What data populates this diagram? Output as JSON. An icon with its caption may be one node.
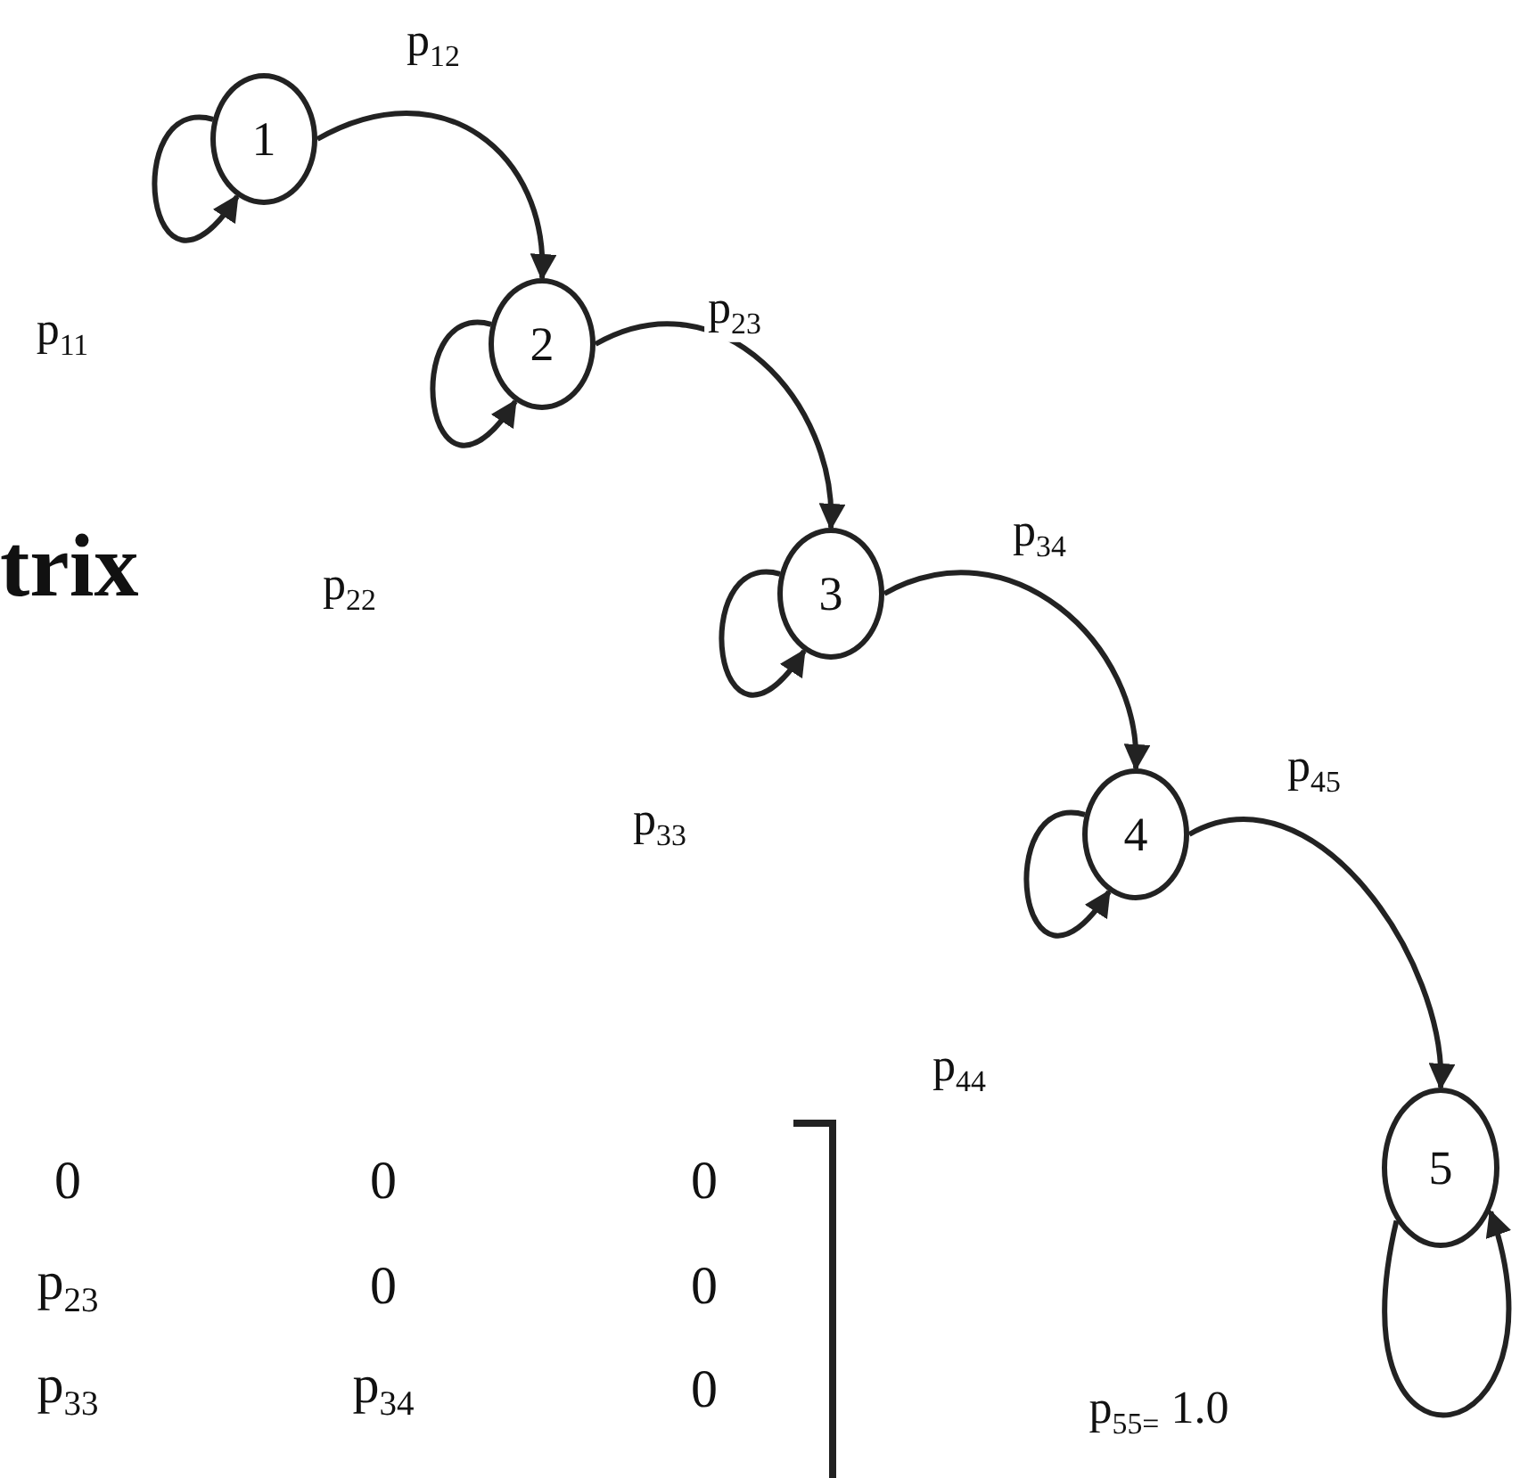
{
  "diagram": {
    "nodes": [
      {
        "text": [
          "1"
        ]
      },
      {
        "text": [
          "2"
        ]
      },
      {
        "text": [
          "3"
        ]
      },
      {
        "text": [
          "4"
        ]
      },
      {
        "text": [
          "5"
        ]
      }
    ],
    "edges": [
      {
        "from": 0,
        "to": 0,
        "arrow": "to",
        "label": "p$_{11}$"
      },
      {
        "from": 0,
        "to": 1,
        "arrow": "to",
        "label": "p$_{12}$"
      },
      {
        "from": 1,
        "to": 1,
        "arrow": "to",
        "label": "p$_{22}$"
      },
      {
        "from": 1,
        "to": 2,
        "arrow": "to",
        "label": "p$_{23}$"
      },
      {
        "from": 2,
        "to": 2,
        "arrow": "to",
        "label": "p$_{33}$"
      },
      {
        "from": 2,
        "to": 3,
        "arrow": "to",
        "label": "p$_{34}$"
      },
      {
        "from": 3,
        "to": 3,
        "arrow": "to",
        "label": "p$_{44}$"
      },
      {
        "from": 3,
        "to": 4,
        "arrow": "to",
        "label": "p$_{45}$"
      },
      {
        "from": 4,
        "to": 4,
        "arrow": "to",
        "label": "p$_{55=}$ 1.0"
      }
    ],
    "labels": [
      "trix",
      "0",
      "0",
      "0",
      "p$_{23}$",
      "0",
      "0",
      "p$_{33}$",
      "p$_{34}$",
      "0"
    ]
  }
}
